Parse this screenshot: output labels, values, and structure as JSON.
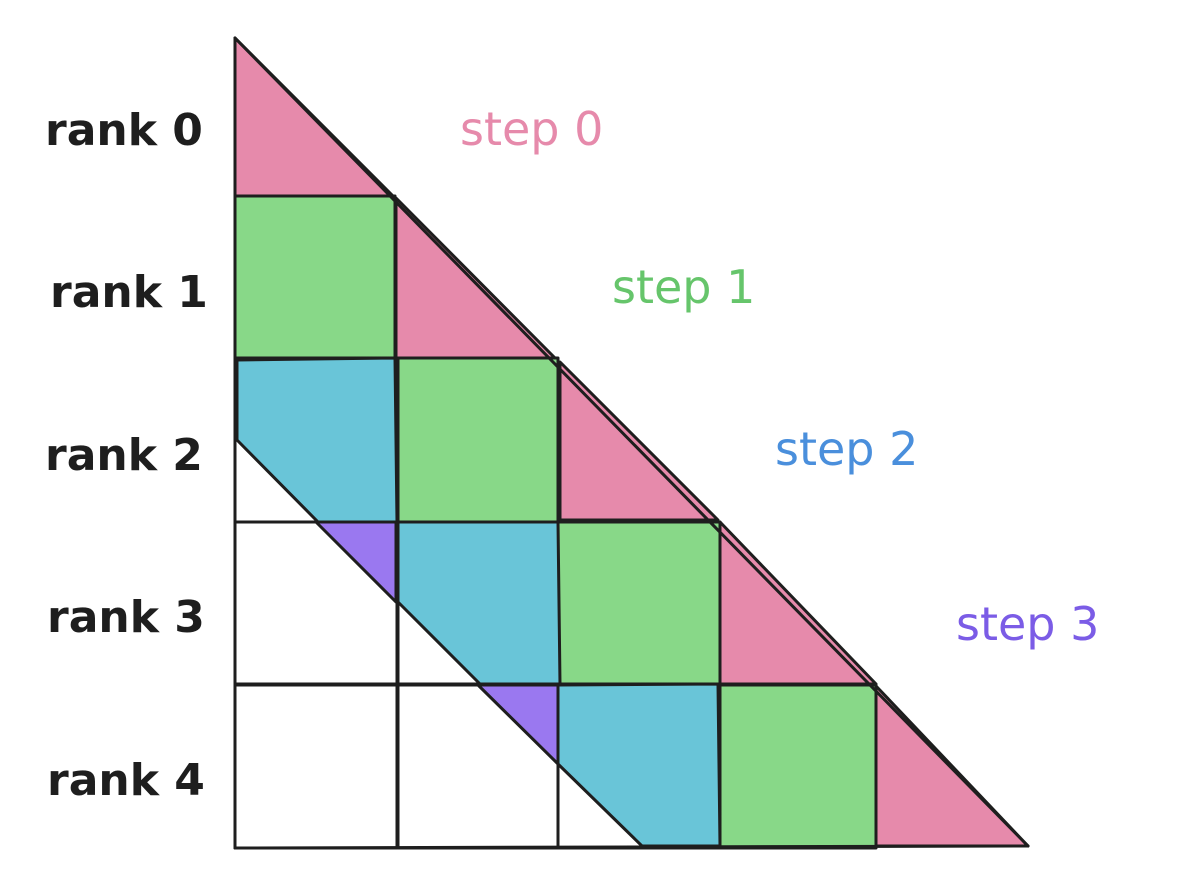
{
  "ranks": [
    {
      "label": "rank 0"
    },
    {
      "label": "rank 1"
    },
    {
      "label": "rank 2"
    },
    {
      "label": "rank 3"
    },
    {
      "label": "rank 4"
    }
  ],
  "steps": [
    {
      "label": "step 0",
      "color": "#e68aab"
    },
    {
      "label": "step 1",
      "color": "#66c56b"
    },
    {
      "label": "step 2",
      "color": "#4a8fdc"
    },
    {
      "label": "step 3",
      "color": "#7b5ce6"
    }
  ],
  "fill_colors": {
    "step0": "#e68aab",
    "step1": "#88d888",
    "step2": "#69c5d8",
    "step3": "#9a78f0",
    "empty": "#ffffff",
    "stroke": "#1e1e1e"
  },
  "grid_size": 5
}
